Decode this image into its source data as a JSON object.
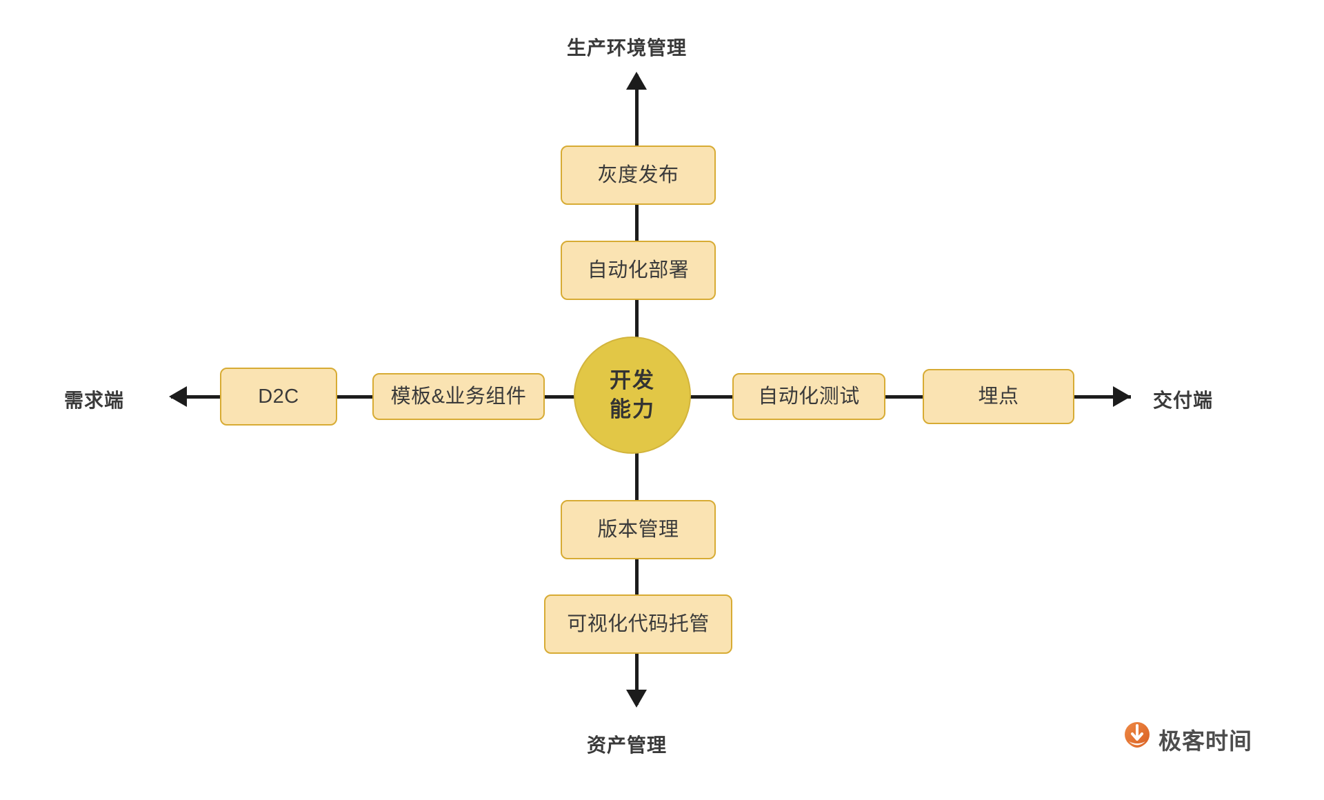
{
  "diagram": {
    "title": "开发能力",
    "colors": {
      "box_fill": "#fae3b2",
      "box_border": "#d7ab33",
      "center_fill": "#e2c746",
      "line": "#1c1c1c",
      "text": "#3a3a3a",
      "logo_orange": "#e8722c"
    },
    "center": {
      "line1": "开发",
      "line2": "能力"
    },
    "axis_labels": {
      "top": "生产环境管理",
      "bottom": "资产管理",
      "left": "需求端",
      "right": "交付端"
    },
    "branches": {
      "top": [
        {
          "label": "灰度发布"
        },
        {
          "label": "自动化部署"
        }
      ],
      "bottom": [
        {
          "label": "版本管理"
        },
        {
          "label": "可视化代码托管"
        }
      ],
      "left": [
        {
          "label": "模板&业务组件"
        },
        {
          "label": "D2C"
        }
      ],
      "right": [
        {
          "label": "自动化测试"
        },
        {
          "label": "埋点"
        }
      ]
    }
  },
  "watermark": {
    "brand": "极客时间",
    "logo_icon": "geektime-logo-icon"
  }
}
